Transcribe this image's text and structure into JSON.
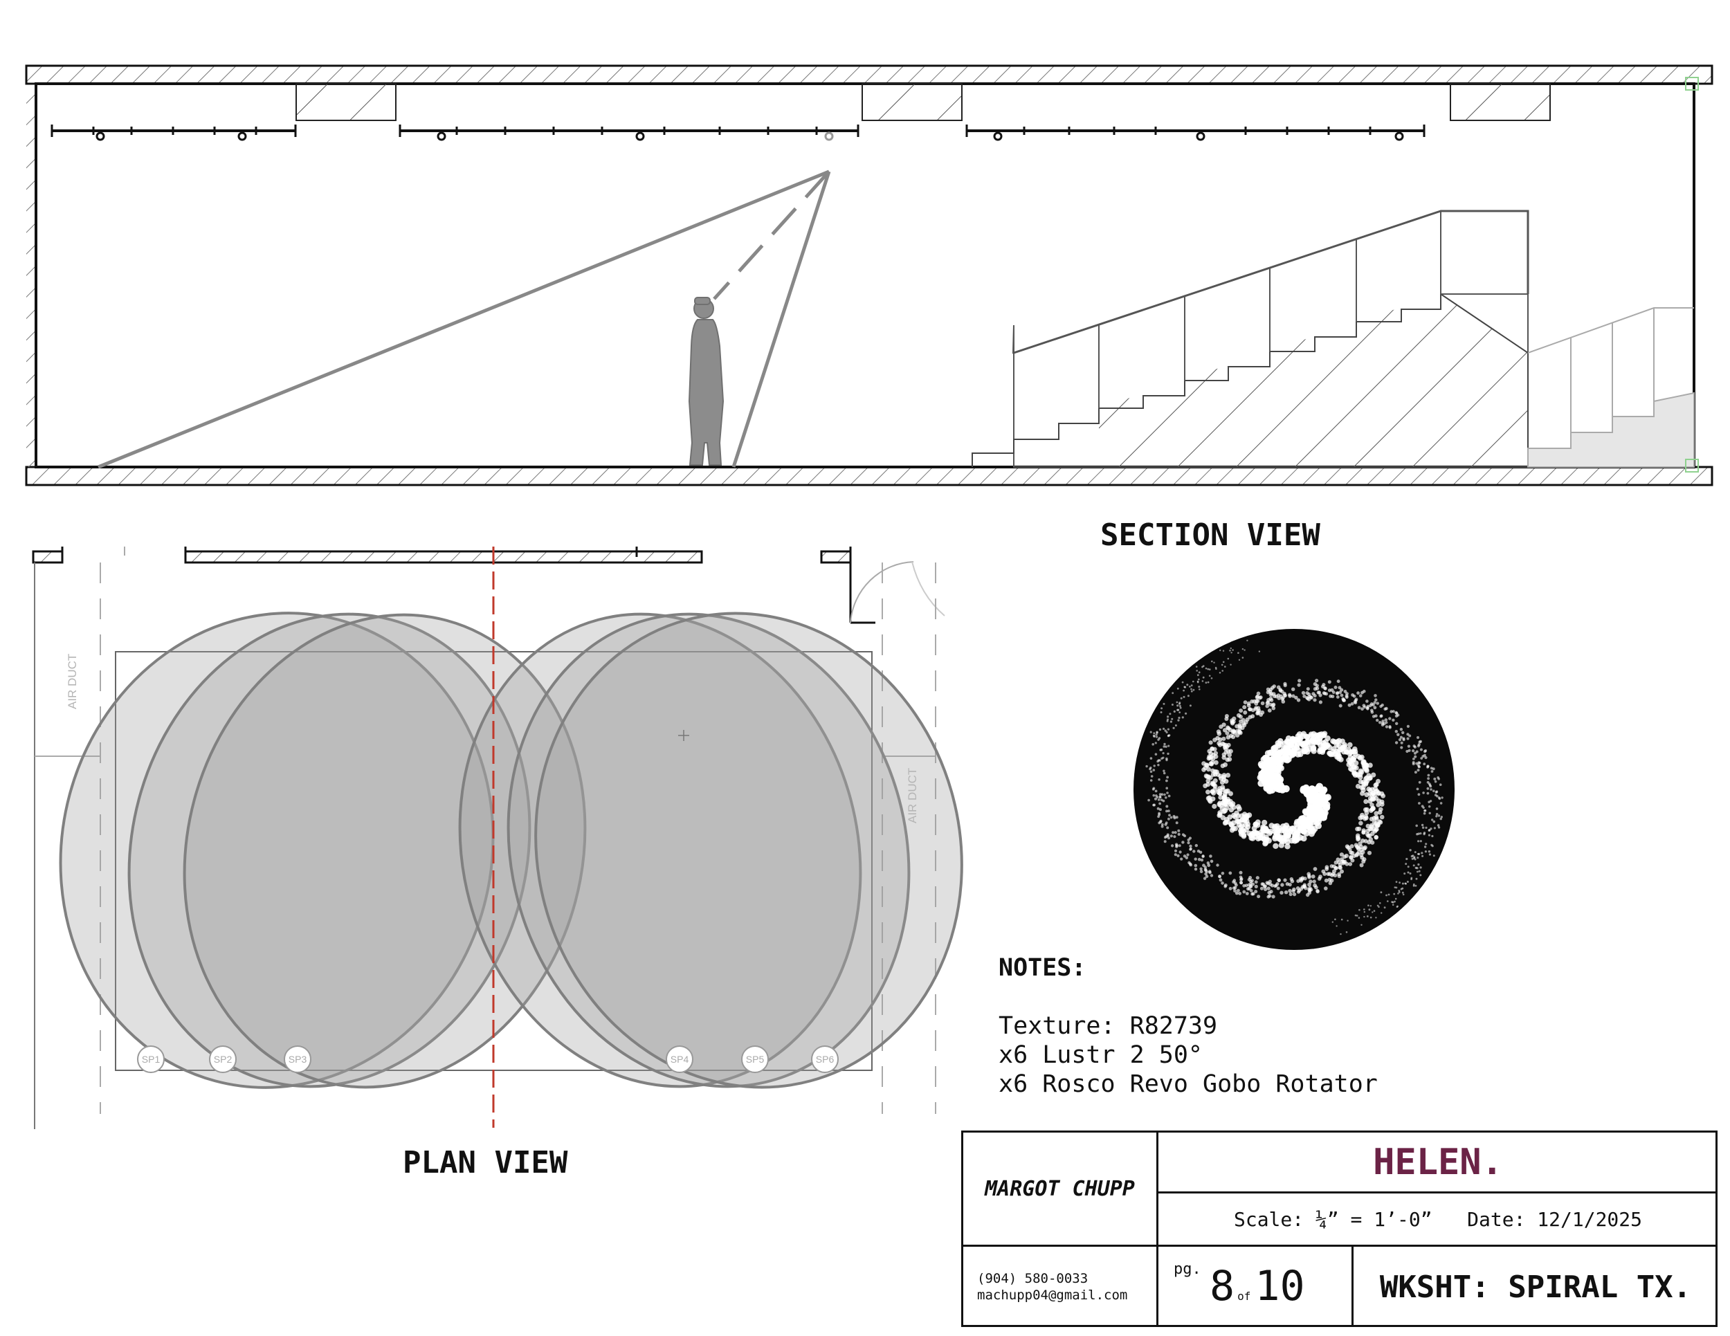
{
  "section_view": {
    "title": "SECTION VIEW"
  },
  "plan_view": {
    "title": "PLAN VIEW",
    "wall_labels": [
      "AIR DUCT",
      "AIR DUCT"
    ],
    "fixtures": [
      {
        "label": "SP1"
      },
      {
        "label": "SP2"
      },
      {
        "label": "SP3"
      },
      {
        "label": "SP4"
      },
      {
        "label": "SP5"
      },
      {
        "label": "SP6"
      }
    ]
  },
  "gobo": {
    "icon": "spiral-gobo-icon",
    "background": "#0a0a0a",
    "dot_color": "#ffffff"
  },
  "notes": {
    "heading": "NOTES:",
    "lines": [
      "Texture: R82739",
      "x6 Lustr 2 50°",
      "x6 Rosco Revo Gobo Rotator"
    ]
  },
  "title_block": {
    "designer": "MARGOT CHUPP",
    "show_title": "HELEN.",
    "show_color": "#6b2346",
    "scale": "Scale: ¼” = 1’-0”   Date: 12/1/2025",
    "phone": "(904) 580-0033",
    "email": "machupp04@gmail.com",
    "page_label": "pg.",
    "page_current": "8",
    "page_of": "of",
    "page_total": "10",
    "sheet_title": "WKSHT: SPIRAL TX."
  },
  "colors": {
    "line": "#111111",
    "beam_fill": "#9a9a9a",
    "beam_stroke": "#808080",
    "centerline": "#c0392b",
    "figure": "#8c8c8c"
  }
}
